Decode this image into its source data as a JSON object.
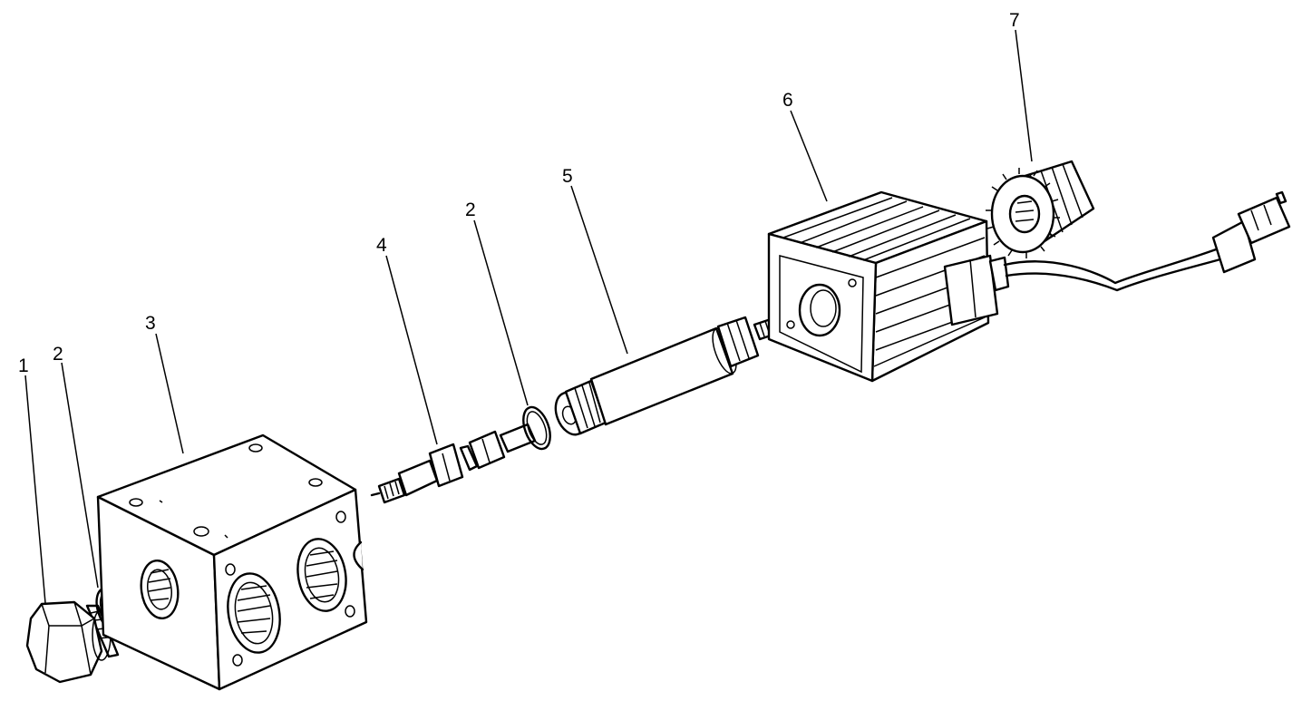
{
  "callouts": [
    {
      "id": "plug",
      "number": "1"
    },
    {
      "id": "oring-plug",
      "number": "2"
    },
    {
      "id": "manifold-block",
      "number": "3"
    },
    {
      "id": "valve-cartridge",
      "number": "4"
    },
    {
      "id": "oring-tube",
      "number": "2"
    },
    {
      "id": "solenoid-tube",
      "number": "5"
    },
    {
      "id": "coil",
      "number": "6"
    },
    {
      "id": "nut",
      "number": "7"
    }
  ]
}
